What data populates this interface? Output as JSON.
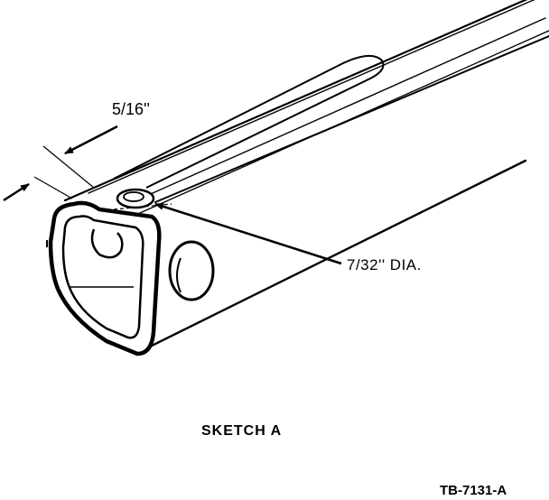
{
  "diagram": {
    "dimension_top": "5/16''",
    "dimension_hole": "7/32'' DIA.",
    "caption": "SKETCH A",
    "figure_id": "TB-7131-A"
  },
  "colors": {
    "ink": "#000000",
    "paper": "#ffffff"
  }
}
